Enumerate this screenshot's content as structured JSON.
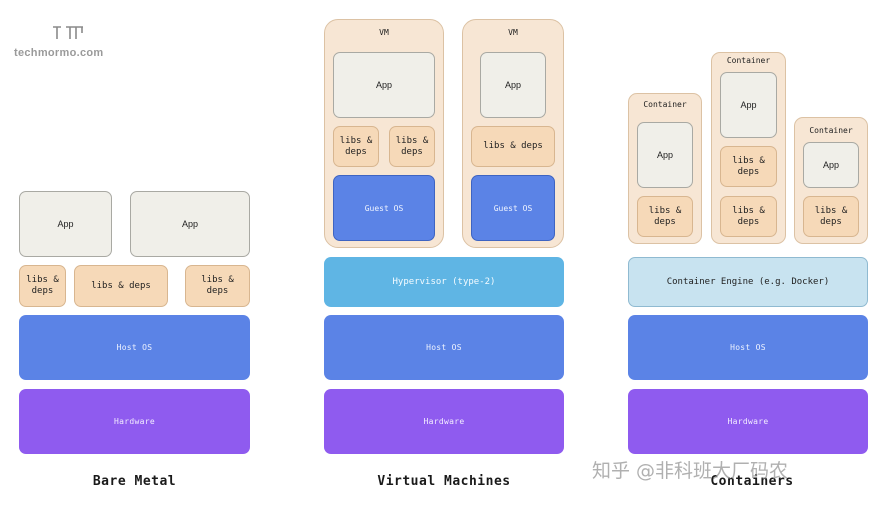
{
  "logo": {
    "text": "techmormo.com"
  },
  "watermark": "知乎 @非科班大厂码农",
  "bare_metal": {
    "apps": [
      "App",
      "App"
    ],
    "libs": [
      "libs &\ndeps",
      "libs & deps",
      "libs &\ndeps"
    ],
    "host_os": "Host OS",
    "hardware": "Hardware",
    "caption": "Bare Metal"
  },
  "virtual_machines": {
    "vms": [
      {
        "title": "VM",
        "app": "App",
        "libs": [
          "libs &\ndeps",
          "libs &\ndeps"
        ],
        "guest_os": "Guest OS"
      },
      {
        "title": "VM",
        "app": "App",
        "libs": [
          "libs & deps"
        ],
        "guest_os": "Guest OS"
      }
    ],
    "hypervisor": "Hypervisor (type-2)",
    "host_os": "Host OS",
    "hardware": "Hardware",
    "caption": "Virtual Machines"
  },
  "containers": {
    "items": [
      {
        "title": "Container",
        "app": "App",
        "libs": "libs &\ndeps"
      },
      {
        "title": "Container",
        "app": "App",
        "libs": [
          "libs &\ndeps",
          "libs &\ndeps"
        ]
      },
      {
        "title": "Container",
        "app": "App",
        "libs": "libs &\ndeps"
      }
    ],
    "engine": "Container Engine (e.g. Docker)",
    "host_os": "Host OS",
    "hardware": "Hardware",
    "caption": "Containers"
  }
}
